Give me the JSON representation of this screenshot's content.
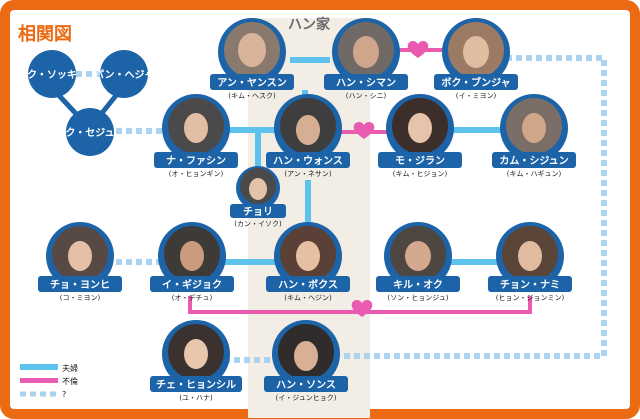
{
  "title": "相関図",
  "family_label": "ハン家",
  "colors": {
    "frame": "#ec6a12",
    "node": "#1d63a8",
    "spouse": "#5ec3ec",
    "affair": "#e85bb0",
    "unknown": "#a9d3ee",
    "family_band": "#f2eee6",
    "title": "#ec6a12"
  },
  "legend": [
    {
      "label": "夫婦",
      "style": "spouse"
    },
    {
      "label": "不倫",
      "style": "affair"
    },
    {
      "label": "?",
      "style": "unknown"
    }
  ],
  "people": [
    {
      "id": "ahn_yangsun",
      "name": "アン・ヤンスン",
      "actor": "(キム・ヘスク)",
      "photo": "portrait"
    },
    {
      "id": "han_siman",
      "name": "ハン・シマン",
      "actor": "(ハン・シニ)",
      "photo": "portrait"
    },
    {
      "id": "bok_bunja",
      "name": "ボク・ブンジャ",
      "actor": "(イ・ミヨン)",
      "photo": "portrait"
    },
    {
      "id": "na_hwasin",
      "name": "ナ・ファシン",
      "actor": "(オ・ヒョンギン)",
      "photo": "portrait"
    },
    {
      "id": "han_wonsu",
      "name": "ハン・ウォンス",
      "actor": "(アン・ネサン)",
      "photo": "portrait"
    },
    {
      "id": "mo_jiran",
      "name": "モ・ジラン",
      "actor": "(キム・ヒジョン)",
      "photo": "portrait"
    },
    {
      "id": "kam_sijun",
      "name": "カム・シジュン",
      "actor": "(キム・ハギュン)",
      "photo": "portrait"
    },
    {
      "id": "chori",
      "name": "チョリ",
      "actor": "(カン・イソク)",
      "photo": "portrait"
    },
    {
      "id": "cho_yonhi",
      "name": "チョ・ヨンヒ",
      "actor": "(コ・ミヨン)",
      "photo": "portrait"
    },
    {
      "id": "i_gijok",
      "name": "イ・ギジョク",
      "actor": "(オ・デチュ)",
      "photo": "portrait"
    },
    {
      "id": "han_boksu",
      "name": "ハン・ボクス",
      "actor": "(キム・ヘジン)",
      "photo": "portrait"
    },
    {
      "id": "kil_oku",
      "name": "キル・オク",
      "actor": "(ソン・ヒョンジュ)",
      "photo": "portrait"
    },
    {
      "id": "chon_nami",
      "name": "チョン・ナミ",
      "actor": "(ヒョン・ジョンミン)",
      "photo": "portrait"
    },
    {
      "id": "che_hyonsil",
      "name": "チェ・ヒョンシル",
      "actor": "(ユ・ハナ)",
      "photo": "portrait"
    },
    {
      "id": "han_sonsu",
      "name": "ハン・ソンス",
      "actor": "(イ・ジュンヒョク)",
      "photo": "portrait"
    }
  ],
  "name_only": [
    {
      "id": "k_sokki",
      "name": "ク・ソッキ"
    },
    {
      "id": "pan_heja",
      "name": "パン・ヘジャ"
    },
    {
      "id": "k_seju",
      "name": "ク・セジュ"
    }
  ]
}
